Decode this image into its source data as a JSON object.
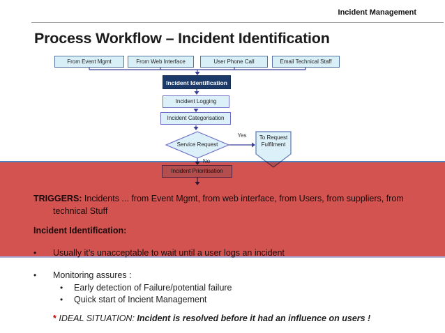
{
  "header": {
    "corner_label": "Incident Management",
    "title": "Process Workflow – Incident Identification"
  },
  "flowchart": {
    "sources": [
      "From Event Mgmt",
      "From Web Interface",
      "User Phone Call",
      "Email Technical Staff"
    ],
    "nodes": {
      "identification": "Incident Identification",
      "logging": "Incident Logging",
      "categorisation": "Incident Categorisation",
      "decision": "Service Request",
      "fulfilment_line1": "To Request",
      "fulfilment_line2": "Fulfilment",
      "prioritisation": "Incident Prioritisation"
    },
    "edge_labels": {
      "yes": "Yes",
      "no": "No"
    }
  },
  "notes": {
    "bullet_char": "•",
    "triggers_label": "TRIGGERS:",
    "triggers_line1": " Incidents ... from Event Mgmt, from web interface, from Users, from suppliers, from",
    "triggers_line2": "technical Stuff",
    "section_heading": "Incident Identification:",
    "bullet1": "Usually it’s unacceptable to wait until a user logs an incident",
    "bullet2": "Monitoring assures :",
    "sub_bullet1": "Early detection of Failure/potential failure",
    "sub_bullet2": "Quick start of Incient Management",
    "ideal_star": "*",
    "ideal_label": " IDEAL SITUATION: ",
    "ideal_text": "Incident is resolved before it had an influence on users !"
  },
  "colors": {
    "overlay_red": "#D25350",
    "overlay_top_border": "#4F81BD",
    "overlay_bottom_border": "#A8AEDE",
    "node_dark_navy": "#1B3A69",
    "node_light_fill": "#DBF0F9",
    "node_light_border": "#6E6EC6",
    "source_box_border": "#54729E",
    "connector": "#3A3F99",
    "star_red": "#C00000"
  }
}
